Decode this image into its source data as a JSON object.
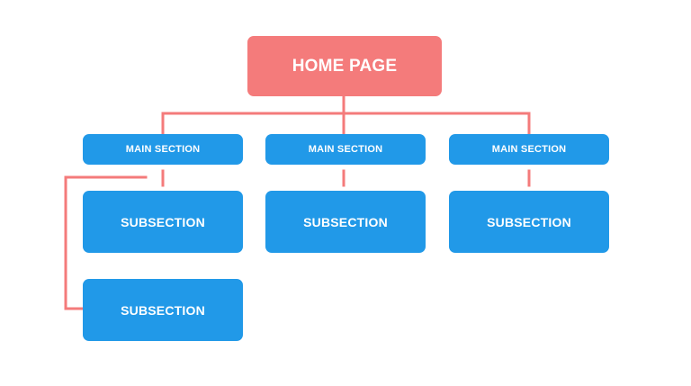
{
  "diagram": {
    "root": {
      "label": "HOME PAGE"
    },
    "main_sections": [
      {
        "label": "MAIN SECTION"
      },
      {
        "label": "MAIN SECTION"
      },
      {
        "label": "MAIN SECTION"
      }
    ],
    "subsections": [
      {
        "label": "SUBSECTION",
        "parent": 0
      },
      {
        "label": "SUBSECTION",
        "parent": 1
      },
      {
        "label": "SUBSECTION",
        "parent": 2
      },
      {
        "label": "SUBSECTION",
        "parent": 0
      }
    ]
  },
  "colors": {
    "root_fill": "#f47b7b",
    "section_fill": "#2199e8",
    "connector": "#f47b7b",
    "text": "#ffffff",
    "background": "#ffffff"
  }
}
